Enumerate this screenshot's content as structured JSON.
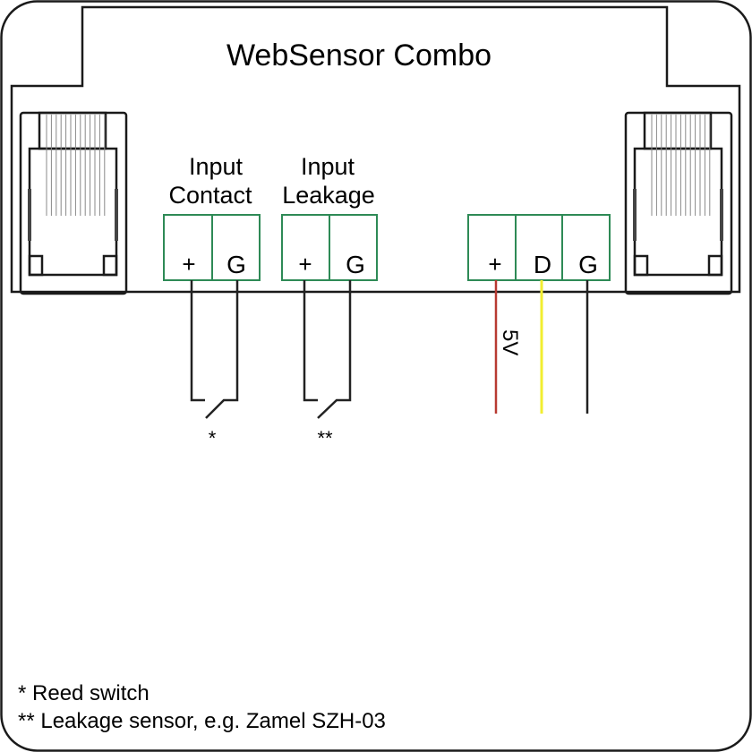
{
  "title": "WebSensor Combo",
  "inputs": [
    {
      "label_line1": "Input",
      "label_line2": "Contact",
      "terminals": [
        "+",
        "G"
      ],
      "mark": "*"
    },
    {
      "label_line1": "Input",
      "label_line2": "Leakage",
      "terminals": [
        "+",
        "G"
      ],
      "mark": "**"
    }
  ],
  "sensor_connector": {
    "terminals": [
      "+",
      "D",
      "G"
    ],
    "voltage_label": "5V",
    "wire_colors": [
      "#b83a32",
      "#f2ee30",
      "#222222"
    ]
  },
  "colors": {
    "terminal_border": "#2e8a56",
    "outline": "#1a1a1a",
    "wire": "#222222"
  },
  "footnotes": [
    "* Reed switch",
    "** Leakage sensor, e.g. Zamel SZH-03"
  ]
}
